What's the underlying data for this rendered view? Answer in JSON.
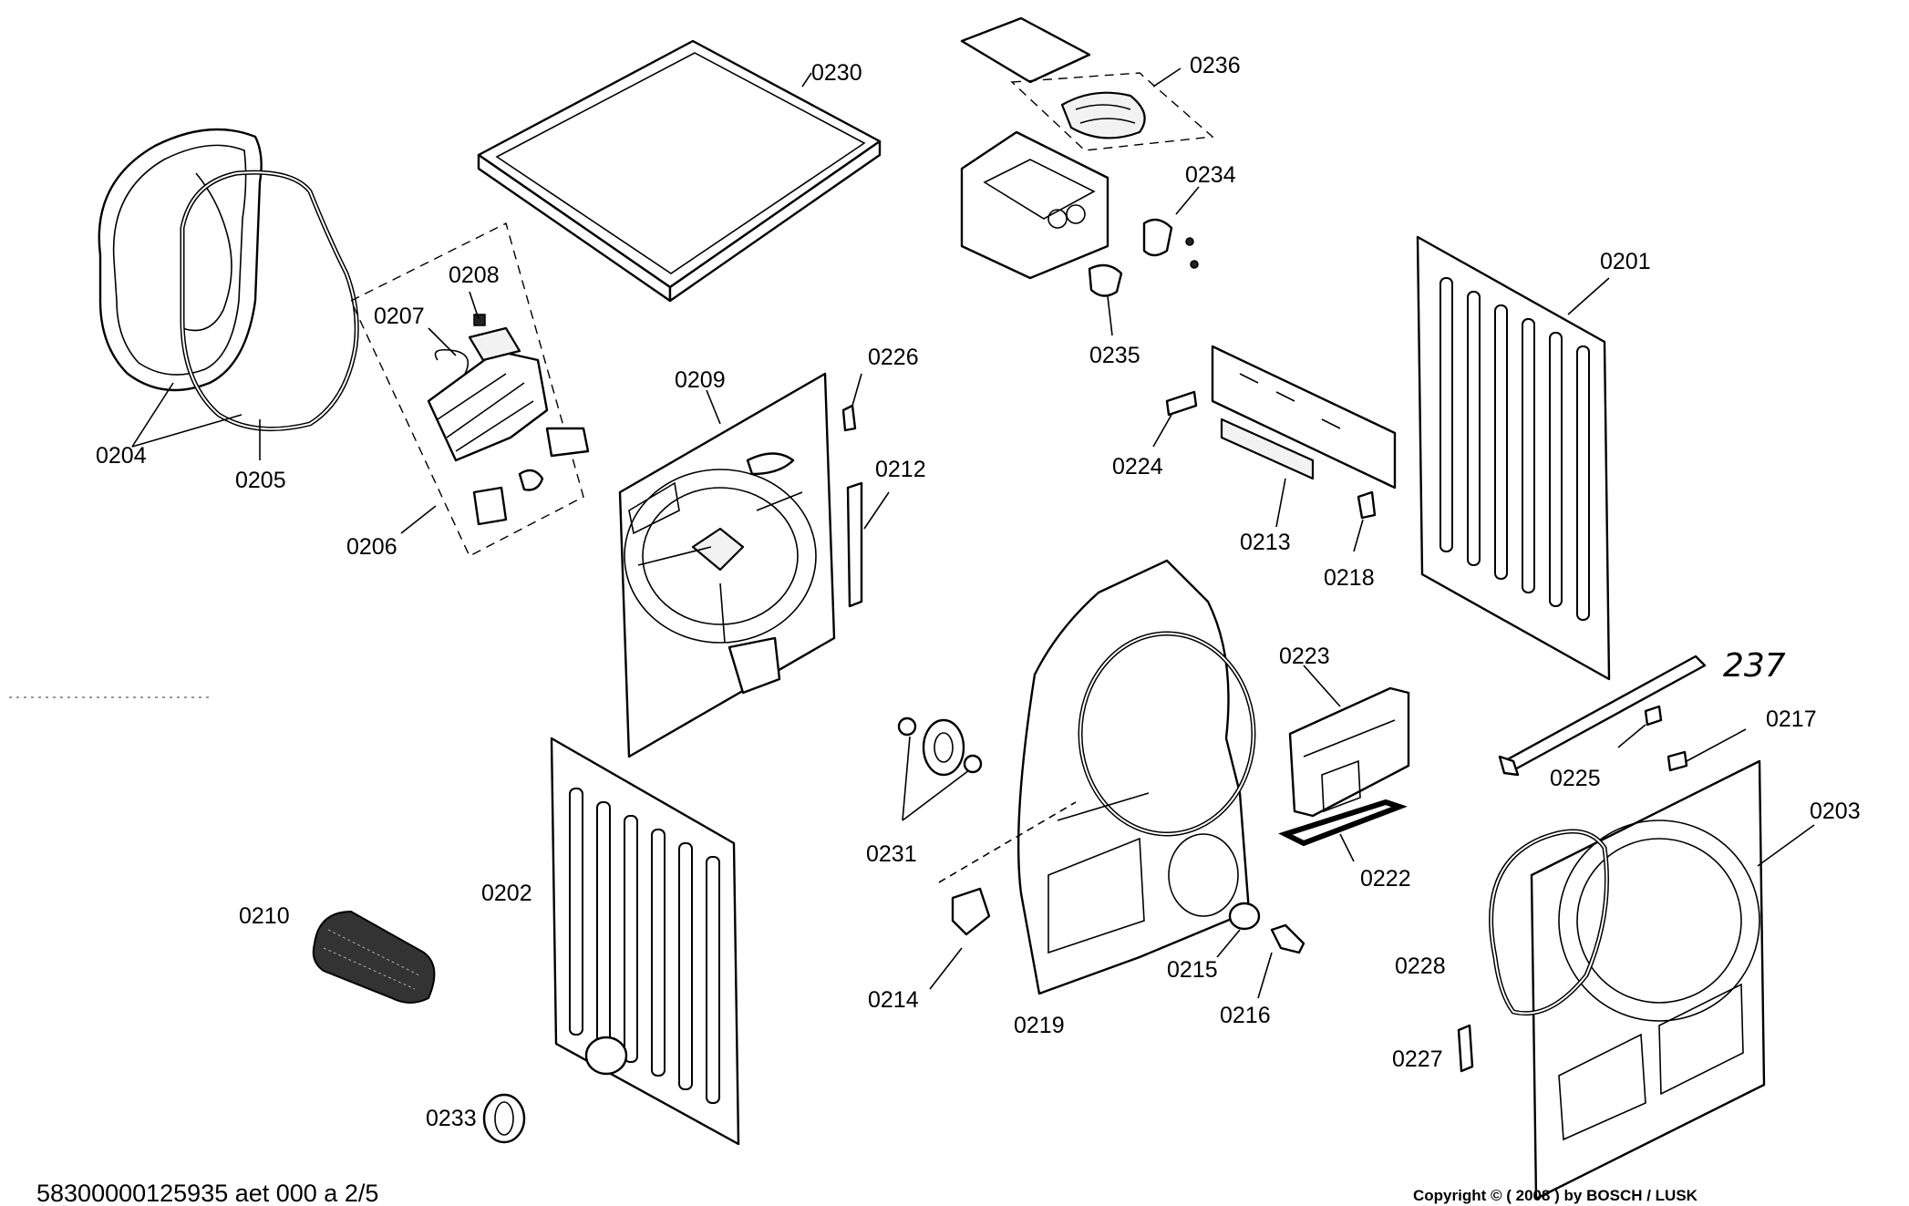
{
  "parts": {
    "p0201": "0201",
    "p0202": "0202",
    "p0203": "0203",
    "p0204": "0204",
    "p0205": "0205",
    "p0206": "0206",
    "p0207": "0207",
    "p0208": "0208",
    "p0209": "0209",
    "p0210": "0210",
    "p0212": "0212",
    "p0213": "0213",
    "p0214": "0214",
    "p0215": "0215",
    "p0216": "0216",
    "p0217": "0217",
    "p0218": "0218",
    "p0219": "0219",
    "p0222": "0222",
    "p0223": "0223",
    "p0224": "0224",
    "p0225": "0225",
    "p0226": "0226",
    "p0227": "0227",
    "p0228": "0228",
    "p0230": "0230",
    "p0231": "0231",
    "p0233": "0233",
    "p0234": "0234",
    "p0235": "0235",
    "p0236": "0236",
    "p0237": "237"
  },
  "footer": {
    "doc_id": "58300000125935 aet 000 a 2/5",
    "copyright": "Copyright © ( 2008 ) by BOSCH  / LUSK"
  }
}
